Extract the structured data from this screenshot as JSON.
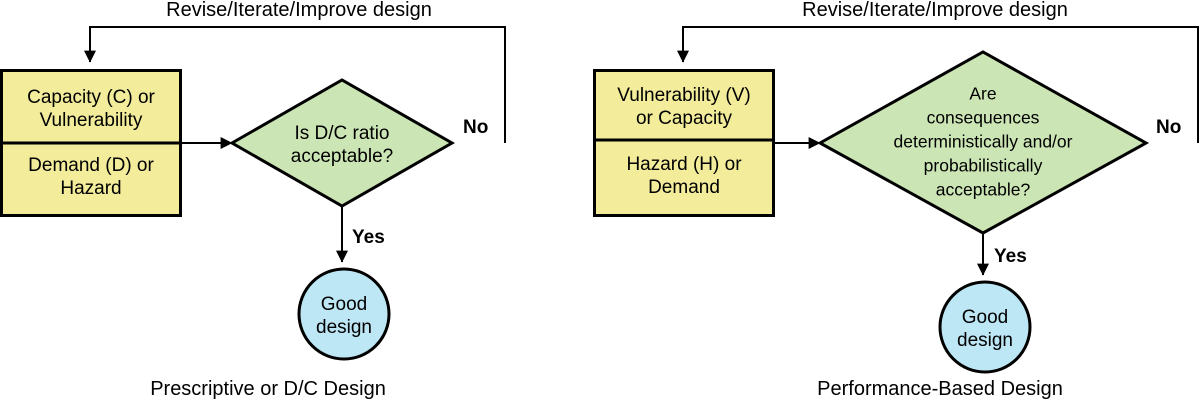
{
  "figure": {
    "type": "flowchart",
    "panels": [
      {
        "id": "prescriptive",
        "caption": "Prescriptive or D/C Design",
        "loop_label": "Revise/Iterate/Improve design",
        "input_box": {
          "top_text_line1": "Capacity (C) or",
          "top_text_line2": "Vulnerability",
          "bottom_text_line1": "Demand (D) or",
          "bottom_text_line2": "Hazard",
          "fill_color": "#F2EC9B",
          "stroke_color": "#000000"
        },
        "decision": {
          "lines": [
            "Is D/C ratio",
            "acceptable?"
          ],
          "fill_color": "#CCE5B5",
          "stroke_color": "#000000"
        },
        "yes_label": "Yes",
        "no_label": "No",
        "terminal": {
          "line1": "Good",
          "line2": "design",
          "fill_color": "#BEE7F5",
          "stroke_color": "#000000"
        }
      },
      {
        "id": "performance-based",
        "caption": "Performance-Based Design",
        "loop_label": "Revise/Iterate/Improve design",
        "input_box": {
          "top_text_line1": "Vulnerability (V)",
          "top_text_line2": "or Capacity",
          "bottom_text_line1": "Hazard (H) or",
          "bottom_text_line2": "Demand",
          "fill_color": "#F2EC9B",
          "stroke_color": "#000000"
        },
        "decision": {
          "lines": [
            "Are",
            "consequences",
            "deterministically and/or",
            "probabilistically",
            "acceptable?"
          ],
          "fill_color": "#CCE5B5",
          "stroke_color": "#000000"
        },
        "yes_label": "Yes",
        "no_label": "No",
        "terminal": {
          "line1": "Good",
          "line2": "design",
          "fill_color": "#BEE7F5",
          "stroke_color": "#000000"
        }
      }
    ]
  }
}
